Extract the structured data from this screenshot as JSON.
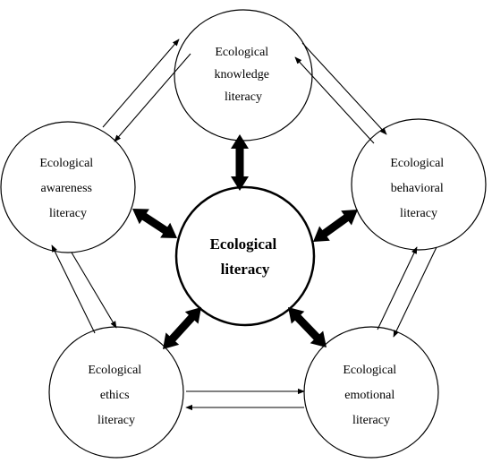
{
  "diagram": {
    "center": {
      "lines": [
        "Ecological",
        "literacy"
      ]
    },
    "nodes": {
      "knowledge": {
        "lines": [
          "Ecological",
          "knowledge",
          "literacy"
        ]
      },
      "behavioral": {
        "lines": [
          "Ecological",
          "behavioral",
          "literacy"
        ]
      },
      "emotional": {
        "lines": [
          "Ecological",
          "emotional",
          "literacy"
        ]
      },
      "ethics": {
        "lines": [
          "Ecological",
          "ethics",
          "literacy"
        ]
      },
      "awareness": {
        "lines": [
          "Ecological",
          "awareness",
          "literacy"
        ]
      }
    },
    "colors": {
      "stroke": "#000000",
      "background": "#ffffff"
    }
  }
}
